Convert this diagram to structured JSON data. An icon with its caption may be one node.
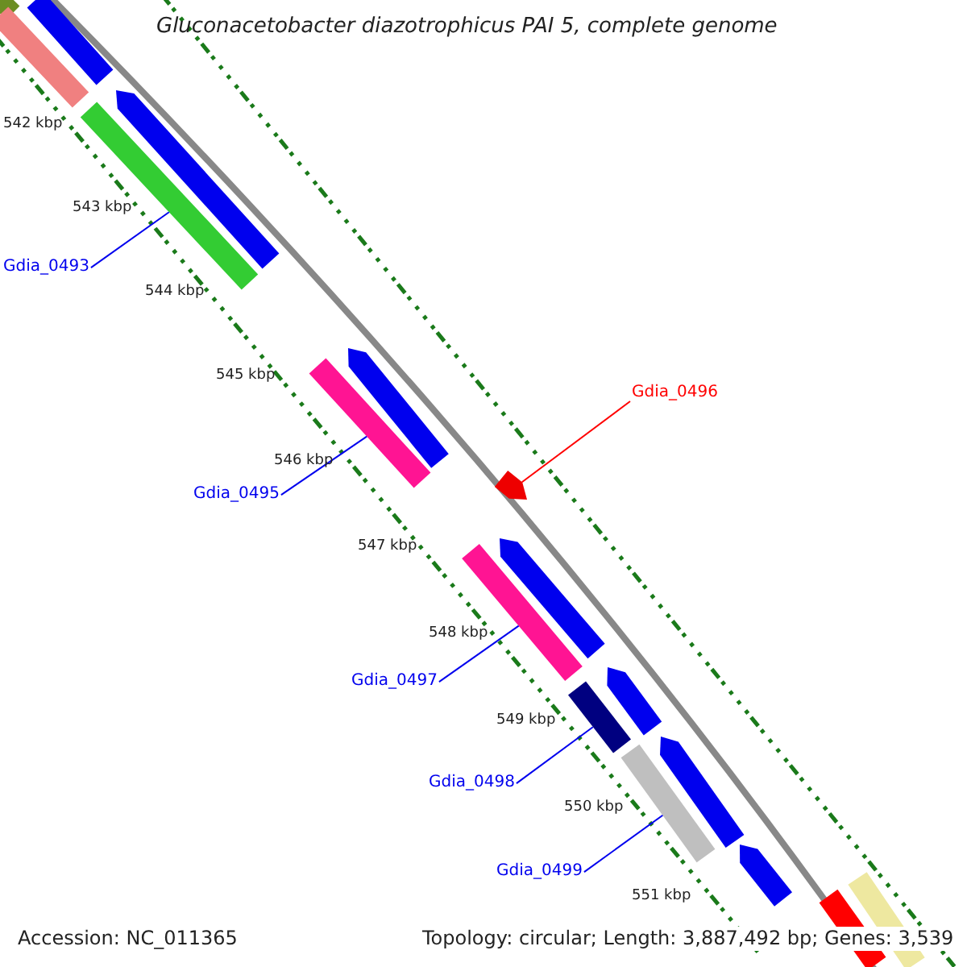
{
  "diagram": {
    "title": "Gluconacetobacter diazotrophicus PAI 5, complete genome",
    "nodes": [
      {
        "text": [
          "Gdia_0493"
        ]
      },
      {
        "text": [
          "Gdia_0495"
        ]
      },
      {
        "text": [
          "Gdia_0496"
        ]
      },
      {
        "text": [
          "Gdia_0497"
        ]
      },
      {
        "text": [
          "Gdia_0498"
        ]
      },
      {
        "text": [
          "Gdia_0499"
        ]
      },
      {
        "text": [],
        "shape": "bar"
      },
      {
        "text": [],
        "shape": "bar"
      },
      {
        "text": [],
        "shape": "bar"
      },
      {
        "text": [],
        "shape": "bar"
      },
      {
        "text": [],
        "shape": "bar"
      },
      {
        "text": [],
        "shape": "bar"
      },
      {
        "text": [],
        "shape": "bar"
      },
      {
        "text": [],
        "shape": "bar"
      },
      {
        "text": [],
        "shape": "bar"
      },
      {
        "text": [],
        "shape": "bar"
      },
      {
        "text": [],
        "shape": "bar"
      },
      {
        "text": [],
        "shape": "bar"
      },
      {
        "text": [],
        "shape": "bar"
      },
      {
        "text": [],
        "shape": "bar"
      },
      {
        "text": [],
        "shape": "bar"
      },
      {
        "text": [],
        "shape": "bar"
      },
      {
        "text": [],
        "shape": "bar"
      }
    ],
    "edges": [
      {
        "from": 0,
        "to": 9,
        "arrow": "none"
      },
      {
        "from": 1,
        "to": 11,
        "arrow": "none"
      },
      {
        "from": 2,
        "to": 13,
        "arrow": "none",
        "color": "#ff0000"
      },
      {
        "from": 3,
        "to": 14,
        "arrow": "none"
      },
      {
        "from": 4,
        "to": 16,
        "arrow": "none"
      },
      {
        "from": 5,
        "to": 18,
        "arrow": "none"
      }
    ],
    "labels": [
      "542 kbp",
      "543 kbp",
      "544 kbp",
      "545 kbp",
      "546 kbp",
      "547 kbp",
      "548 kbp",
      "549 kbp",
      "550 kbp",
      "551 kbp",
      "Accession: NC_011365",
      "Topology: circular; Length: 3,887,492 bp; Genes: 3,539"
    ]
  }
}
